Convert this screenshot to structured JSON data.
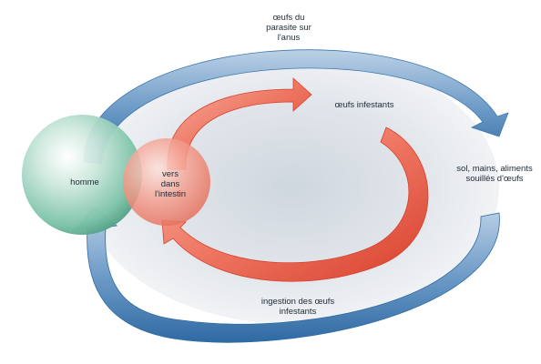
{
  "labels": {
    "outer_top": "œufs du\nparasite sur\nl'anus",
    "inner_top": "œufs infestants",
    "right": "sol, mains, aliments\nsouillés d'œufs",
    "bottom": "ingestion des œufs\ninfestants",
    "host": "homme",
    "inner_host": "vers\ndans\nl'intestin"
  },
  "colors": {
    "outer_cycle": "#3e78ad",
    "inner_cycle": "#e8563f",
    "host_sphere": "#7cc3a8",
    "inner_sphere": "#f08a78",
    "background_disc": "#dfe4ea"
  }
}
